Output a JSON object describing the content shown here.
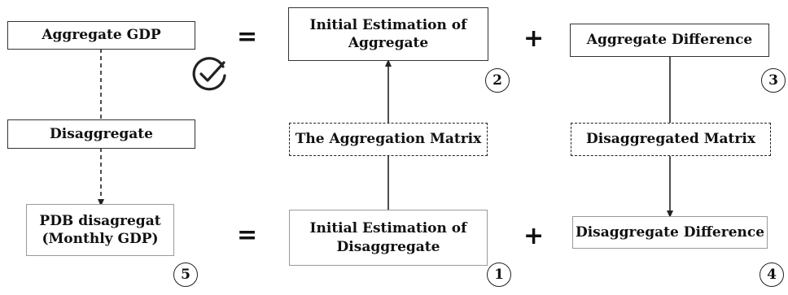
{
  "boxes": {
    "aggregate_gdp": "Aggregate GDP",
    "initial_estimation_aggregate": "Initial Estimation of Aggregate",
    "aggregate_difference": "Aggregate Difference",
    "disaggregate": "Disaggregate",
    "aggregation_matrix": "The Aggregation Matrix",
    "disaggregated_matrix": "Disaggregated Matrix",
    "pdb_disagregat_line1": "PDB disagregat",
    "pdb_disagregat_line2": "(Monthly GDP)",
    "initial_estimation_disaggregate": "Initial Estimation of Disaggregate",
    "disaggregate_difference": "Disaggregate Difference"
  },
  "operators": {
    "equals_top": "=",
    "plus_top": "+",
    "equals_bottom": "=",
    "plus_bottom": "+"
  },
  "steps": {
    "step1": "1",
    "step2": "2",
    "step3": "3",
    "step4": "4",
    "step5": "5"
  },
  "icons": {
    "check": "check-circle-icon"
  },
  "colors": {
    "line": "#222222",
    "box_border": "#333333",
    "box_border_light": "#9a9a9a"
  }
}
